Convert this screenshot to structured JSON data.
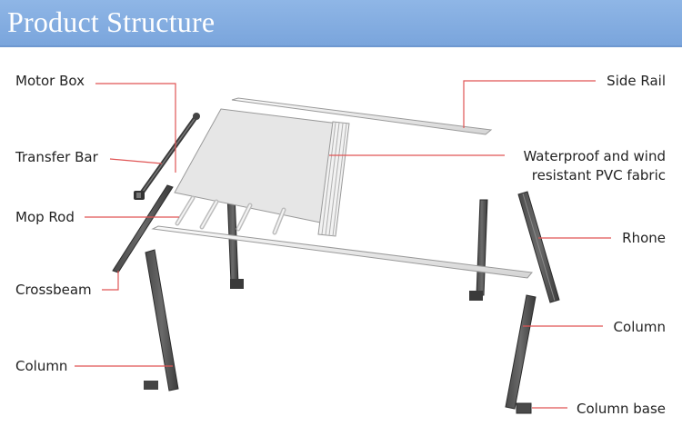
{
  "header": {
    "title": "Product Structure",
    "background_color": "#7aa5dc"
  },
  "leader_line_color": "#e05555",
  "labels_left": [
    {
      "id": "motor-box",
      "text": "Motor Box"
    },
    {
      "id": "transfer-bar",
      "text": "Transfer Bar"
    },
    {
      "id": "mop-rod",
      "text": "Mop Rod"
    },
    {
      "id": "crossbeam",
      "text": "Crossbeam"
    },
    {
      "id": "column-left",
      "text": "Column"
    }
  ],
  "labels_right": [
    {
      "id": "side-rail",
      "text": "Side Rail"
    },
    {
      "id": "fabric",
      "line1": "Waterproof and wind",
      "line2": "resistant PVC fabric"
    },
    {
      "id": "rhone",
      "text": "Rhone"
    },
    {
      "id": "column-right",
      "text": "Column"
    },
    {
      "id": "column-base",
      "text": "Column base"
    }
  ]
}
